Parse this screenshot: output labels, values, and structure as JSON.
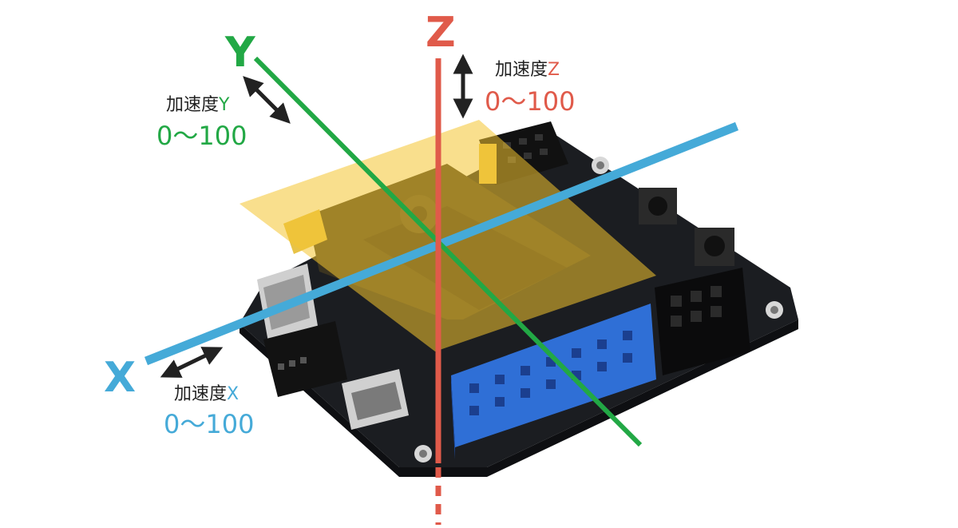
{
  "colors": {
    "x_axis": "#45aad8",
    "y_axis": "#22a845",
    "z_axis": "#e05a4a",
    "plane": "#f4c430",
    "board": "#1b1d21",
    "header_blue": "#2f6fd6",
    "shield": "#c9b46a",
    "arrow": "#222222"
  },
  "icons": {
    "board": "microcontroller-board-photo",
    "double_arrow": "double-headed-arrow"
  },
  "axes": {
    "x": {
      "letter": "X",
      "label_prefix": "加速度",
      "label_axis": "X",
      "range": "0～100"
    },
    "y": {
      "letter": "Y",
      "label_prefix": "加速度",
      "label_axis": "Y",
      "range": "0～100"
    },
    "z": {
      "letter": "Z",
      "label_prefix": "加速度",
      "label_axis": "Z",
      "range": "0～100"
    }
  }
}
